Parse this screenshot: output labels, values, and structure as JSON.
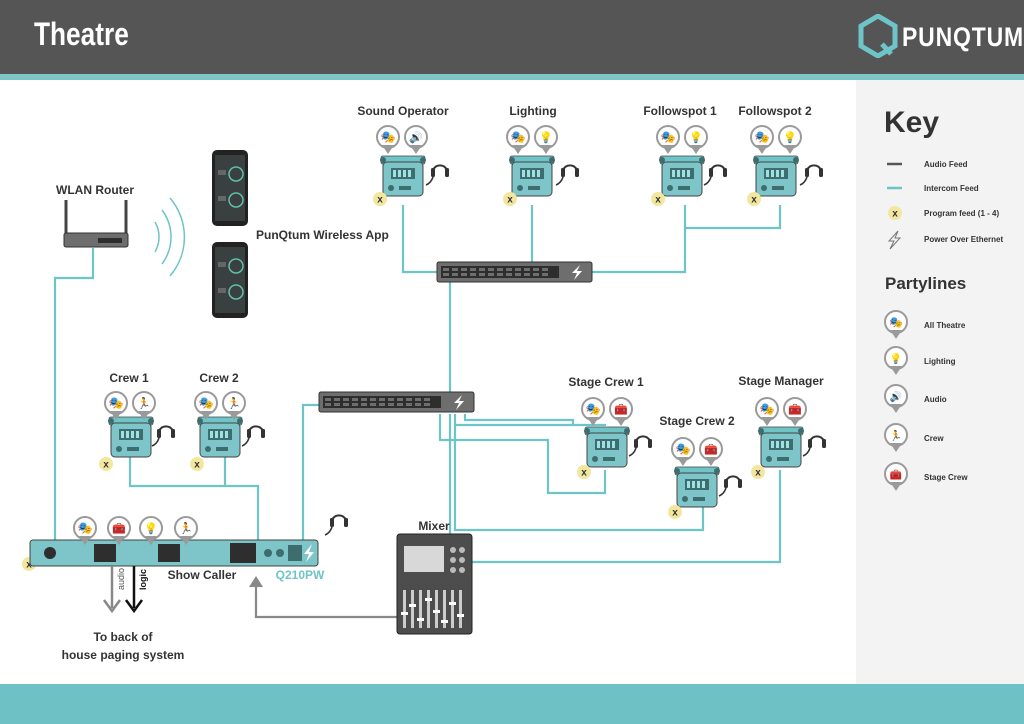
{
  "header": {
    "title": "Theatre",
    "brand": "PUNQTUM"
  },
  "labels": {
    "sound_operator": "Sound Operator",
    "lighting": "Lighting",
    "followspot_1": "Followspot 1",
    "followspot_2": "Followspot 2",
    "wlan_router": "WLAN Router",
    "wireless_app": "PunQtum Wireless App",
    "crew_1": "Crew 1",
    "crew_2": "Crew 2",
    "stage_crew_1": "Stage Crew 1",
    "stage_crew_2": "Stage Crew 2",
    "stage_manager": "Stage Manager",
    "mixer": "Mixer",
    "show_caller": "Show Caller",
    "model": "Q210PW",
    "arrow_audio": "audio",
    "arrow_logic": "logic",
    "back_of_house_1": "To back of",
    "back_of_house_2": "house paging system"
  },
  "key": {
    "title": "Key",
    "items": [
      {
        "label": "Audio Feed",
        "icon": "audio-feed-line-icon"
      },
      {
        "label": "Intercom Feed",
        "icon": "intercom-feed-line-icon"
      },
      {
        "label": "Program feed (1 - 4)",
        "icon": "program-feed-x-icon"
      },
      {
        "label": "Power Over Ethernet",
        "icon": "lightning-icon"
      }
    ],
    "partylines_title": "Partylines",
    "partylines": [
      {
        "label": "All Theatre",
        "icon": "theatre-masks-icon"
      },
      {
        "label": "Lighting",
        "icon": "stage-light-icon"
      },
      {
        "label": "Audio",
        "icon": "speaker-icon"
      },
      {
        "label": "Crew",
        "icon": "running-person-icon"
      },
      {
        "label": "Stage Crew",
        "icon": "toolbox-icon"
      }
    ]
  },
  "colors": {
    "header": "#555555",
    "accent": "#7dc5c8",
    "intercom_line": "#6ec4c7",
    "audio_line": "#888888",
    "program_badge": "#f3e7a0",
    "key_panel": "#f3f3f3"
  }
}
